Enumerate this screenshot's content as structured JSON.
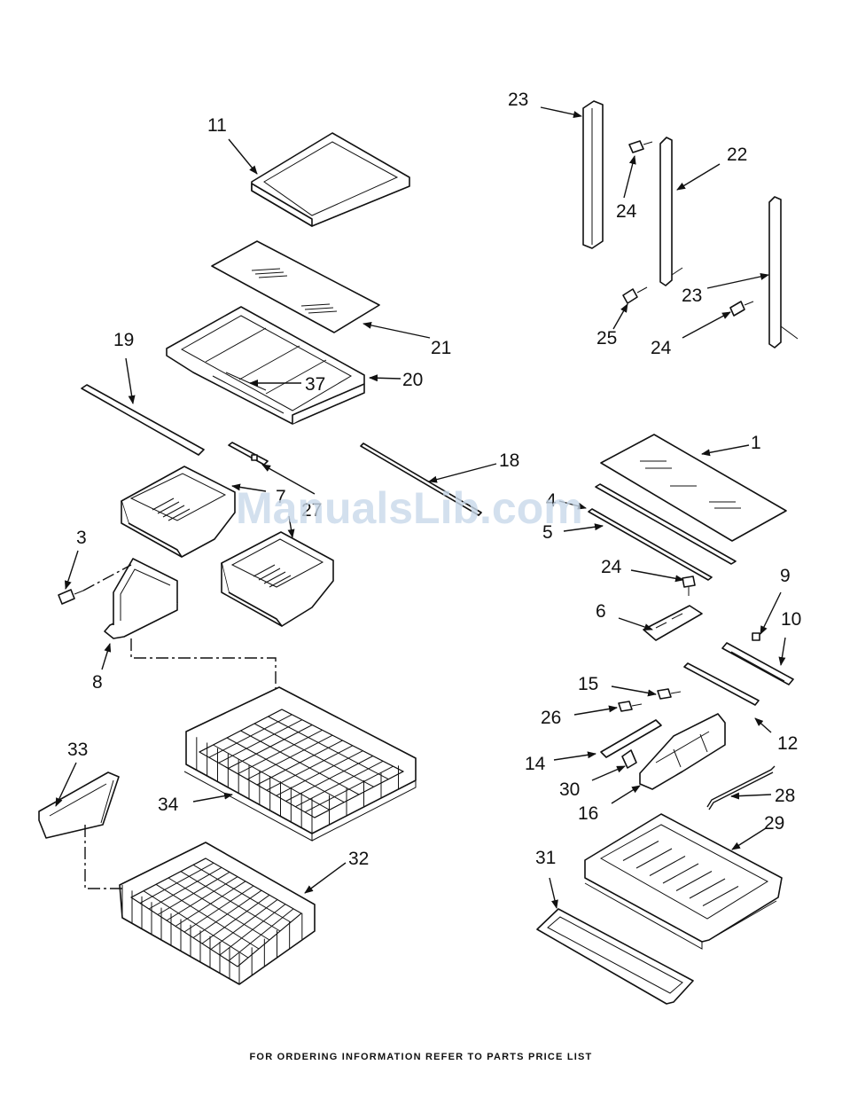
{
  "footer": {
    "note": "FOR ORDERING INFORMATION REFER TO PARTS PRICE LIST"
  },
  "watermark": {
    "text": "ManualsLib.com",
    "color": "#c9d9ea"
  },
  "callouts": {
    "c1": "1",
    "c3": "3",
    "c4": "4",
    "c5": "5",
    "c6": "6",
    "c7": "7",
    "c8": "8",
    "c9": "9",
    "c10": "10",
    "c11": "11",
    "c12": "12",
    "c14": "14",
    "c15": "15",
    "c16": "16",
    "c18": "18",
    "c19": "19",
    "c20": "20",
    "c21": "21",
    "c22": "22",
    "c23a": "23",
    "c23b": "23",
    "c24a": "24",
    "c24b": "24",
    "c24c": "24",
    "c25": "25",
    "c26": "26",
    "c27": "27",
    "c28": "28",
    "c29": "29",
    "c30": "30",
    "c31": "31",
    "c32": "32",
    "c33": "33",
    "c34": "34",
    "c37": "37"
  }
}
